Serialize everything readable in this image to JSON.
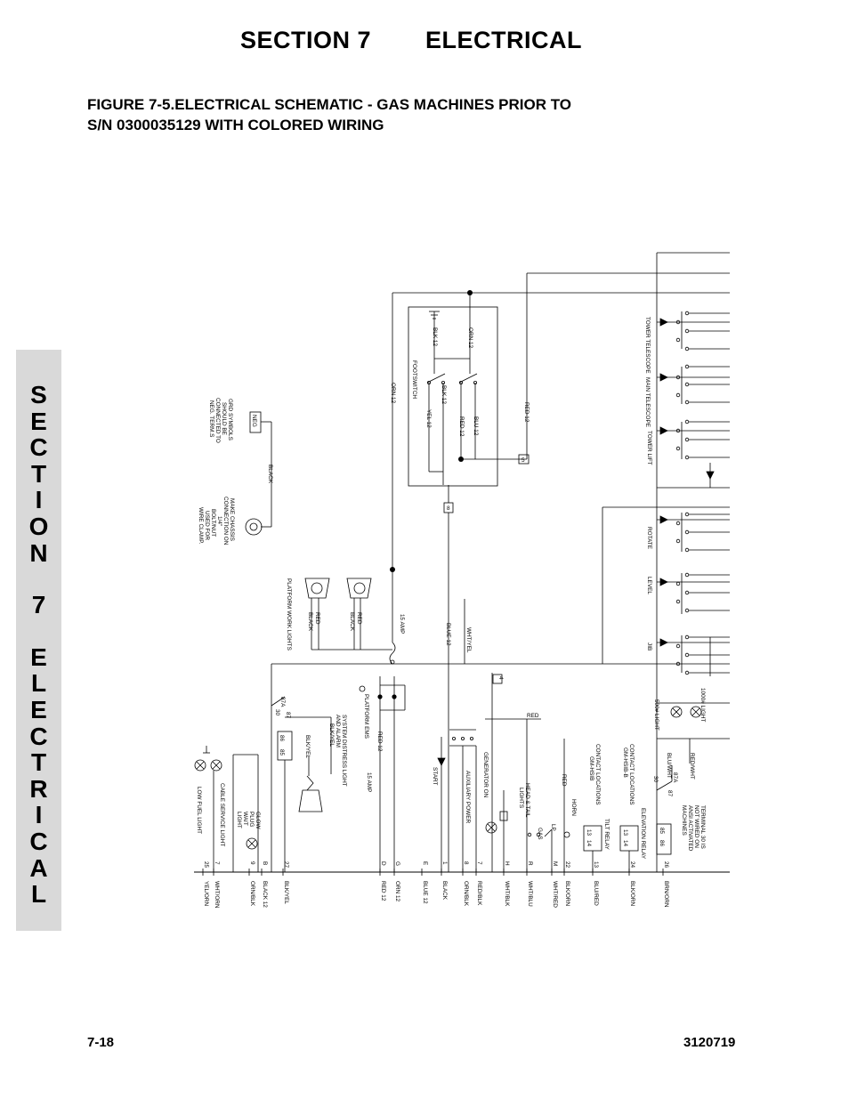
{
  "header": {
    "section": "SECTION 7",
    "title": "ELECTRICAL"
  },
  "figure": {
    "line1": "FIGURE 7-5.ELECTRICAL SCHEMATIC - GAS MACHINES PRIOR TO",
    "line2": "S/N 0300035129 WITH COLORED WIRING"
  },
  "side_tab": {
    "chars": [
      "S",
      "E",
      "C",
      "T",
      "I",
      "O",
      "N",
      "",
      "7",
      "",
      "E",
      "L",
      "E",
      "C",
      "T",
      "R",
      "I",
      "C",
      "A",
      "L"
    ]
  },
  "footer": {
    "page": "7-18",
    "doc": "3120719"
  },
  "schematic": {
    "labels": {
      "neg": "NEG",
      "ground_note": [
        "GRD SYMBOLS",
        "SHOULD BE",
        "CONNECTED TO",
        "NEG. TERM.S"
      ],
      "black": "BLACK",
      "chassis_note": [
        "MAKE CHASSIS",
        "CONNECTION ON",
        "1/4\"",
        "BOLT/NUT",
        "USED FOR",
        "WIRE CLAMP."
      ],
      "work_lights": "PLATFORM WORK LIGHTS",
      "red": "RED",
      "black2": "BLACK",
      "amp15": "15 AMP",
      "orn12": "ORN 12",
      "blk12": "BLK 12",
      "footswitch": "FOOTSWITCH",
      "yel12": "YEL 12",
      "red12": "RED 12",
      "blu12": "BLU 12",
      "blue12": "BLUE 12",
      "whtyel": "WHT/YEL",
      "tower_telescope": "TOWER TELESCOPE",
      "main_telescope": "MAIN TELESCOPE",
      "tower_lift": "TOWER LIFT",
      "rotate": "ROTATE",
      "level": "LEVEL",
      "jib": "JIB",
      "light_1000": "1000# LIGHT",
      "light_500": "500# LIGHT",
      "relay_87a": "87A",
      "relay_87": "87",
      "relay_30": "30",
      "relay_86": "86",
      "relay_85": "85",
      "platform_ems": "PLATFORM EMS",
      "distress": [
        "SYSTEM DISTRESS LIGHT",
        "AND ALARM"
      ],
      "blkyel": "BLK/YEL",
      "red12b": "RED 12",
      "amp15b": "15 AMP",
      "start": "START",
      "aux_power": "AUXILIARY POWER",
      "gen_on": "GENERATOR ON",
      "head_tail": [
        "HEAD & TAIL",
        "LIGHTS"
      ],
      "gas": "GAS",
      "lp": "LP",
      "horn": "HORN",
      "contact_locations": [
        "CONTACT LOCATIONS",
        "GM-HSIB"
      ],
      "contact_locations2": [
        "CONTACT LOCATIONS",
        "GM-HSIB-B"
      ],
      "tilt_relay": "TILT RELAY",
      "elevation_relay": "ELEVATION RELAY",
      "terminal_note": [
        "TERMINAL 30 IS",
        "NOT WIRED ON",
        "ANSI ACTIVATED",
        "MACHINES"
      ],
      "redwht": "RED/WHT",
      "bluwht": "BLU/WHT",
      "low_fuel": "LOW FUEL LIGHT",
      "cable_service": "CABLE SERVICE LIGHT",
      "glow_plug": [
        "GLOW",
        "PLUG",
        "WAIT",
        "LIGHT"
      ],
      "relay_13": "13",
      "relay_14": "14"
    },
    "terminals": [
      {
        "num": "25",
        "wire": "YEL/ORN"
      },
      {
        "num": "7",
        "wire": "WHT/ORN"
      },
      {
        "num": "9",
        "wire": "ORN/BLK"
      },
      {
        "num": "B",
        "wire": "BLACK 12"
      },
      {
        "num": "27",
        "wire": "BLK/YEL"
      },
      {
        "num": "D",
        "wire": "RED 12"
      },
      {
        "num": "G",
        "wire": "ORN 12"
      },
      {
        "num": "E",
        "wire": "BLUE 12"
      },
      {
        "num": "1",
        "wire": "BLACK"
      },
      {
        "num": "8",
        "wire": "ORN/BLK"
      },
      {
        "num": "7",
        "wire": "RED/BLK"
      },
      {
        "num": "H",
        "wire": "WHT/BLK"
      },
      {
        "num": "R",
        "wire": "WHT/BLU"
      },
      {
        "num": "M",
        "wire": "WHT/RED"
      },
      {
        "num": "22",
        "wire": "BLK/ORN"
      },
      {
        "num": "13",
        "wire": "BLU/RED"
      },
      {
        "num": "24",
        "wire": "BLK/ORN"
      },
      {
        "num": "26",
        "wire": "BRN/ORN"
      }
    ],
    "connectors": {
      "c5": "5",
      "c8": "8",
      "c4": "4"
    },
    "red_label": "RED"
  }
}
